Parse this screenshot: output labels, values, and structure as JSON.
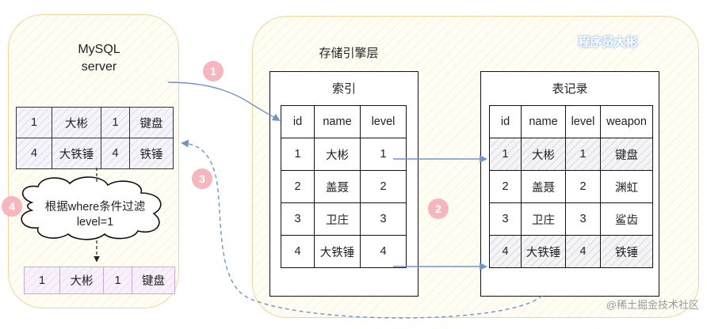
{
  "server": {
    "title_line1": "MySQL",
    "title_line2": "server"
  },
  "engine": {
    "title": "存储引擎层"
  },
  "index_box": {
    "title": "索引",
    "headers": [
      "id",
      "name",
      "level"
    ],
    "rows": [
      [
        "1",
        "大彬",
        "1"
      ],
      [
        "2",
        "盖聂",
        "2"
      ],
      [
        "3",
        "卫庄",
        "3"
      ],
      [
        "4",
        "大铁锤",
        "4"
      ]
    ]
  },
  "records_box": {
    "title": "表记录",
    "headers": [
      "id",
      "name",
      "level",
      "weapon"
    ],
    "rows": [
      [
        "1",
        "大彬",
        "1",
        "键盘"
      ],
      [
        "2",
        "盖聂",
        "2",
        "渊虹"
      ],
      [
        "3",
        "卫庄",
        "3",
        "鲨齿"
      ],
      [
        "4",
        "大铁锤",
        "4",
        "铁锤"
      ]
    ]
  },
  "server_rows": [
    [
      "1",
      "大彬",
      "1",
      "键盘"
    ],
    [
      "4",
      "大铁锤",
      "4",
      "铁锤"
    ]
  ],
  "filter": {
    "line1": "根据where条件过滤",
    "line2": "level=1"
  },
  "result_row": [
    "1",
    "大彬",
    "1",
    "键盘"
  ],
  "steps": [
    "1",
    "2",
    "3",
    "4"
  ],
  "watermarks": {
    "top": "程序员大彬",
    "bottom": "@稀土掘金技术社区"
  },
  "colors": {
    "panel_border": "#f0d59b",
    "arrow": "#6f94c8",
    "step_badge": "#f5b6bd",
    "result_border": "#c9a8d8"
  }
}
